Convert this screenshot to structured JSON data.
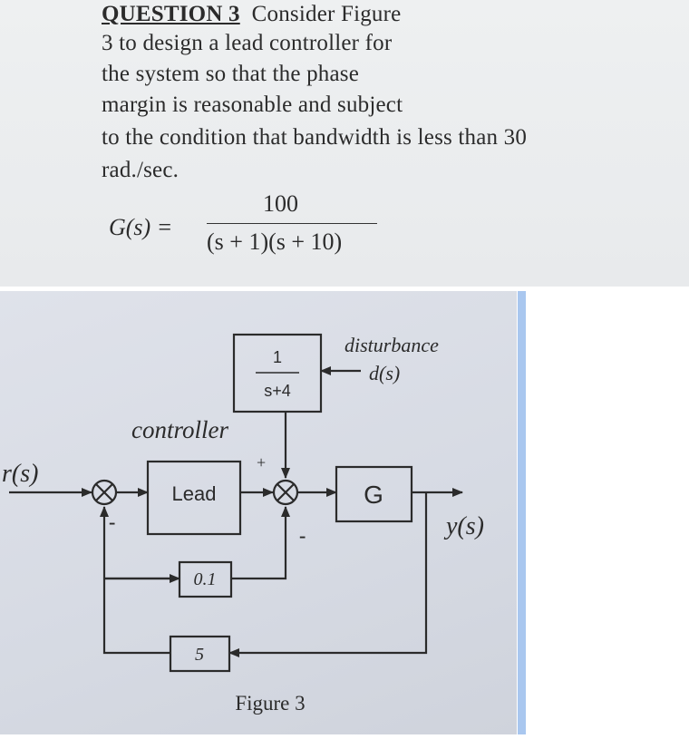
{
  "question": {
    "title": "QUESTION 3",
    "lines": [
      "Consider Figure",
      "3 to design a lead controller for",
      "the  system  so  that  the  phase",
      "margin is reasonable and subject",
      "to the condition that bandwidth is less than 30",
      "rad./sec."
    ],
    "formula": {
      "lhs": "G(s) =",
      "numerator": "100",
      "denominator": "(s + 1)(s + 10)"
    }
  },
  "diagram": {
    "input_label": "r(s)",
    "output_label": "y(s)",
    "controller_label": "controller",
    "lead_block": "Lead",
    "plant_block": "G",
    "disturbance_block": {
      "numerator": "1",
      "denominator": "s+4"
    },
    "disturbance_label": "disturbance",
    "disturbance_signal": "d(s)",
    "inner_feedback_gain": "0.1",
    "outer_feedback_gain": "5",
    "plus_sign": "+",
    "minus_sign": "-",
    "caption": "Figure 3"
  },
  "colors": {
    "scrollbar": "#a9c7ef",
    "ink": "#2b2b2b"
  }
}
